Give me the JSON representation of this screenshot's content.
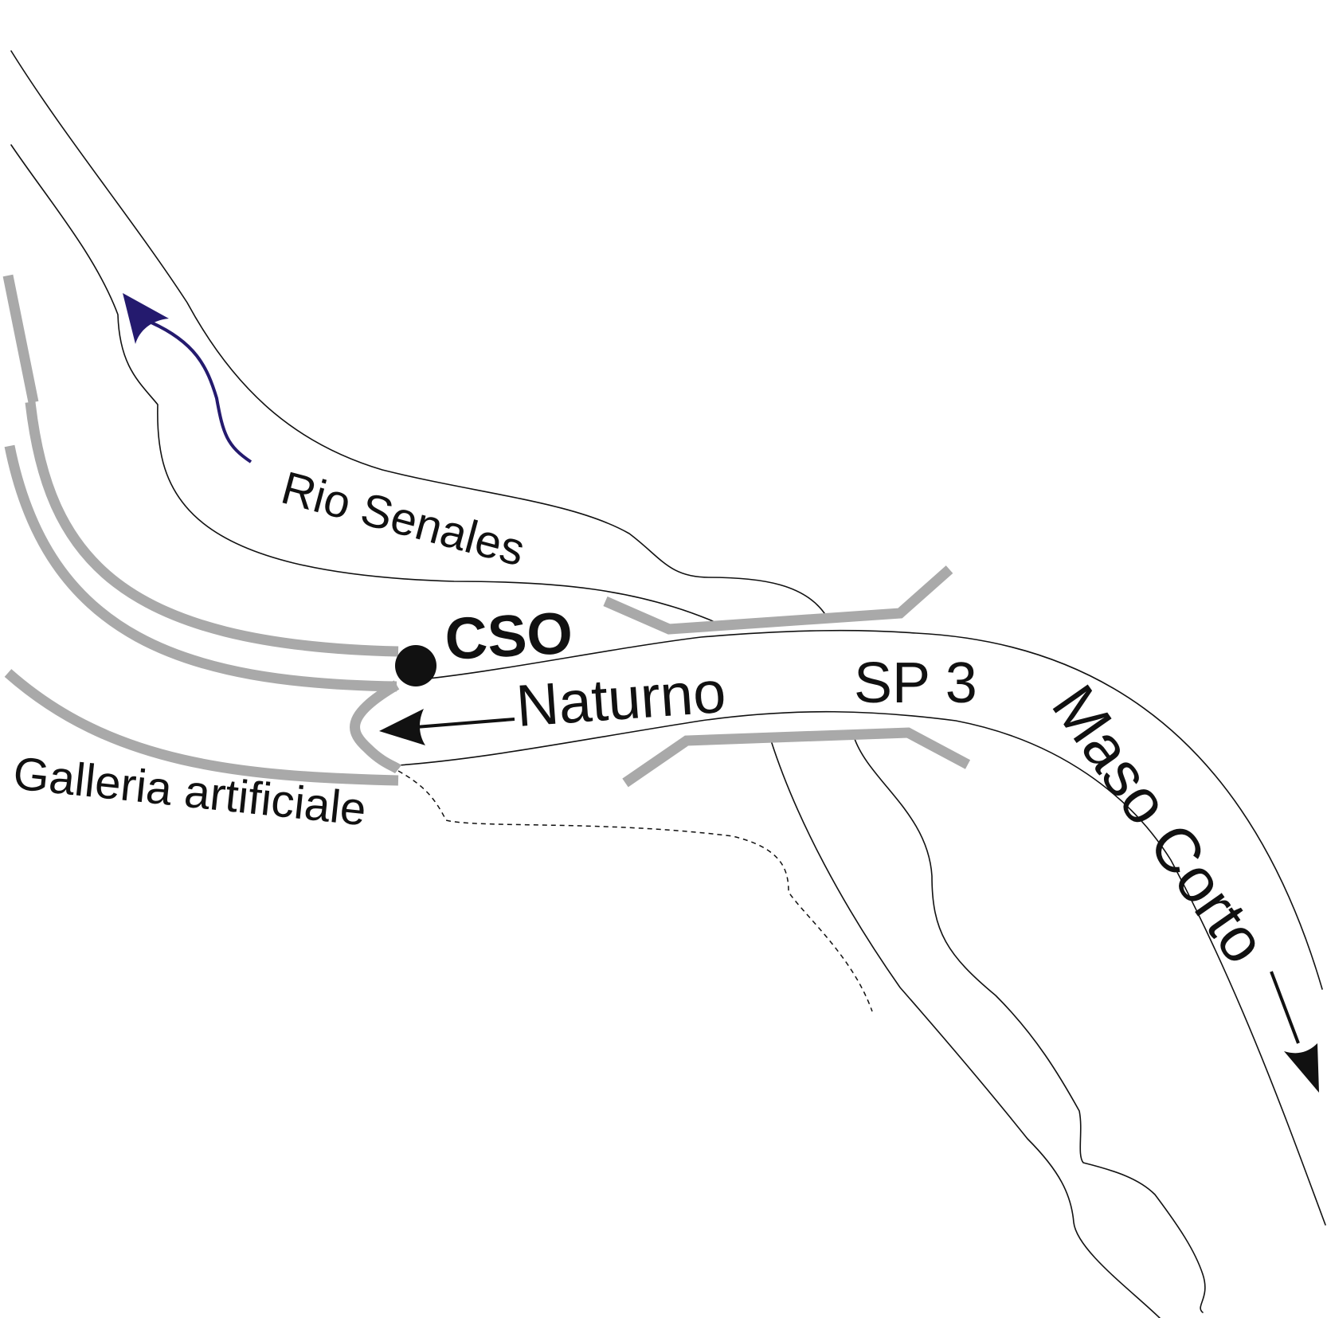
{
  "labels": {
    "river": "Rio Senales",
    "cso": "CSO",
    "naturno": "Naturno",
    "road": "SP 3",
    "maso_corto": "Maso Corto",
    "tunnel": "Galleria artificiale"
  },
  "colors": {
    "flow_arrow": "#241a6e",
    "walls": "#a9a9a9",
    "lines": "#111111"
  },
  "icons": {
    "river_flow": "curved-arrow-icon",
    "direction": "arrow-icon",
    "cso_point": "filled-circle-icon"
  }
}
